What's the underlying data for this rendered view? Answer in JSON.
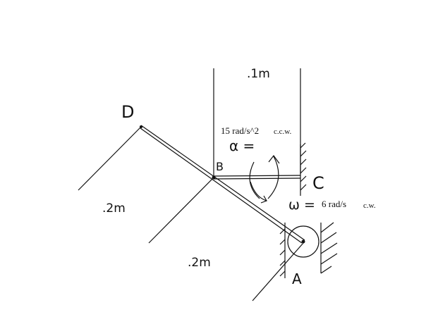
{
  "diagram": {
    "labels": {
      "point_d": "D",
      "point_b": "B",
      "point_c": "C",
      "point_a": "A",
      "dim_top": ".1m",
      "dim_left": ".2m",
      "dim_bottom": ".2m",
      "alpha_value": "15 rad/s^2",
      "alpha_dir": "c.c.w.",
      "alpha_symbol": "α =",
      "omega_symbol": "ω =",
      "omega_value": "6 rad/s",
      "omega_dir": "c.w."
    },
    "colors": {
      "ink": "#111111",
      "background": "#ffffff"
    }
  }
}
